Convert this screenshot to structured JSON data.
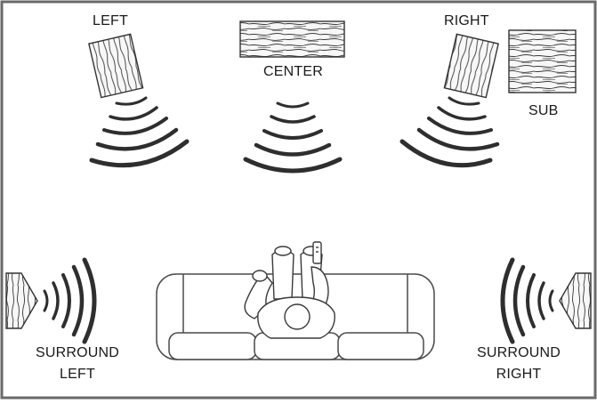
{
  "labels": {
    "left": "LEFT",
    "center": "CENTER",
    "right": "RIGHT",
    "sub": "SUB",
    "surround_left_line1": "SURROUND",
    "surround_left_line2": "LEFT",
    "surround_right_line1": "SURROUND",
    "surround_right_line2": "RIGHT"
  },
  "colors": {
    "line": "#6a6a6a",
    "wave": "#2e2e2e",
    "speaker_fill": "#f7f7f7",
    "grain": "#3a3a3a",
    "text": "#1a1a1a"
  }
}
